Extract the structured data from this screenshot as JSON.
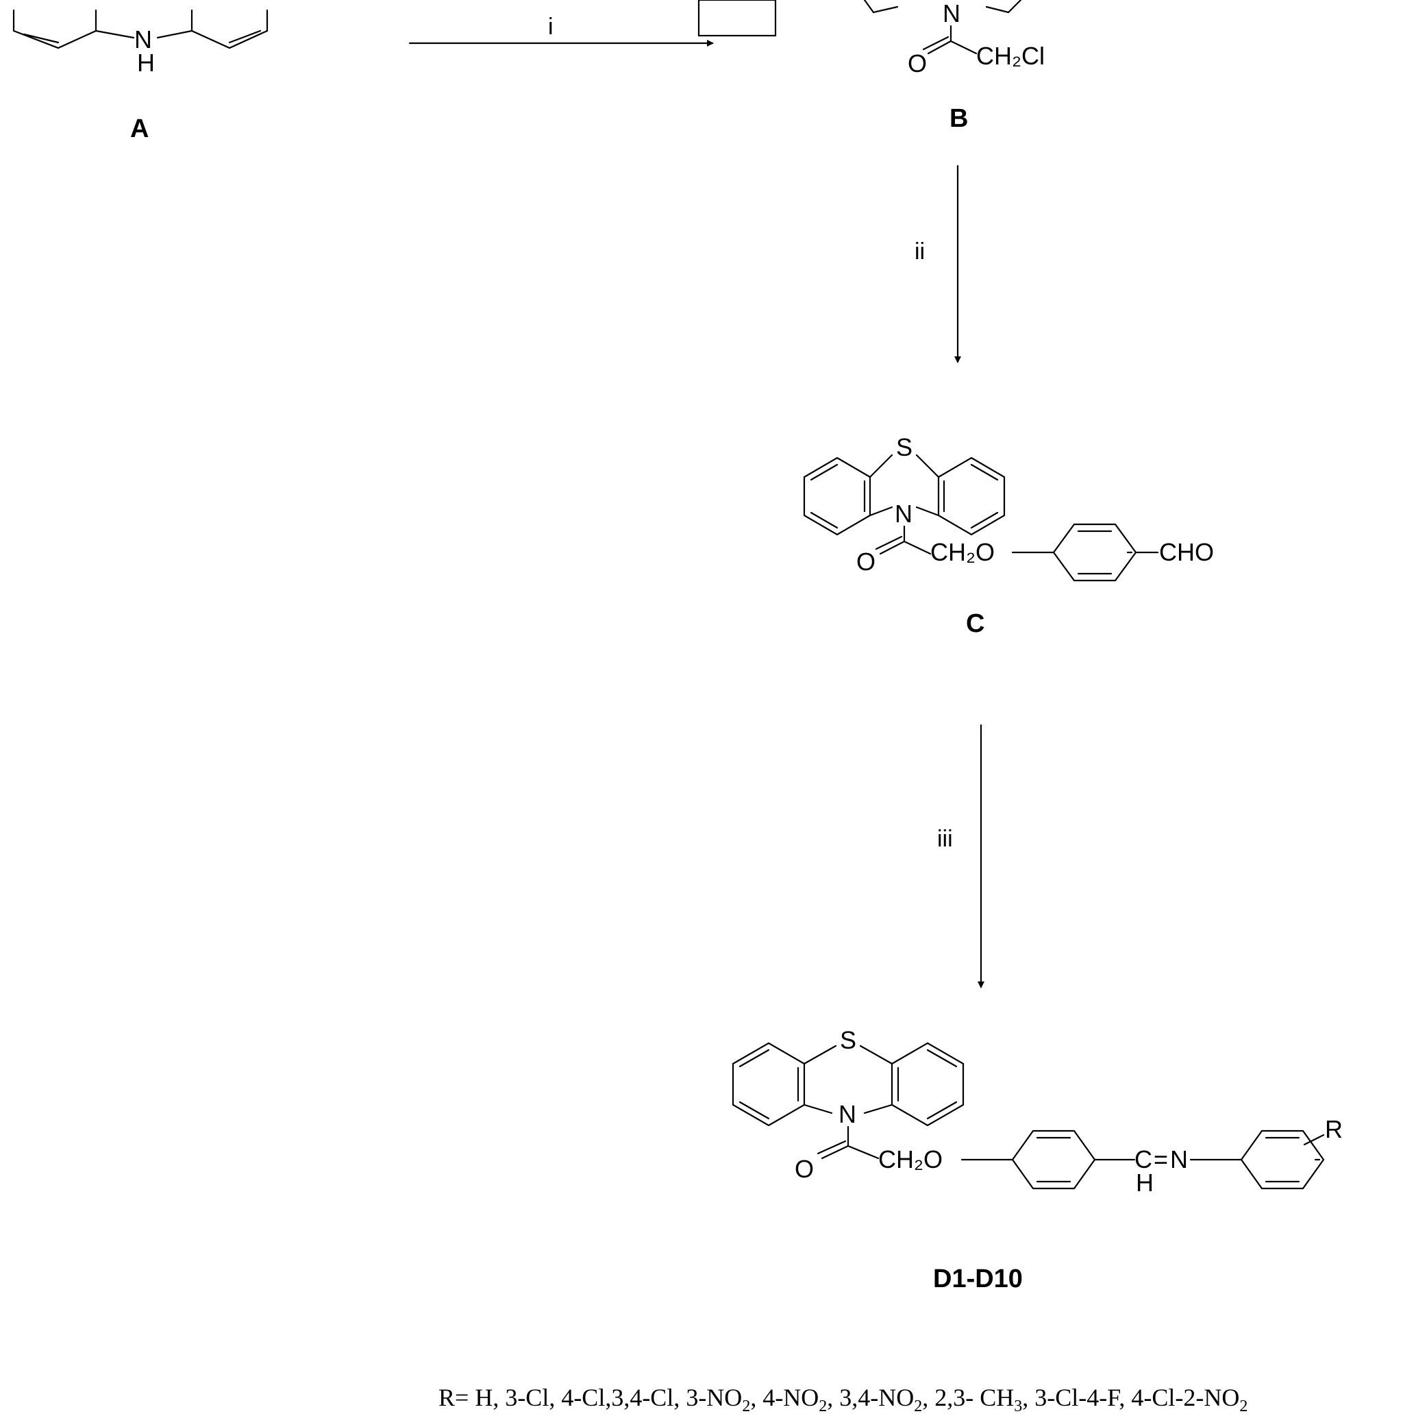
{
  "compounds": {
    "A": "A",
    "B": "B",
    "C": "C",
    "D": "D1-D10"
  },
  "atoms": {
    "nh_n": "N",
    "nh_h": "H",
    "s": "S",
    "n": "N",
    "o": "O",
    "ch2cl": "CH₂Cl",
    "ch2o": "CH₂O",
    "cho": "CHO",
    "imine_c": "C",
    "imine_h": "H",
    "imine_eq": "=",
    "imine_n": "N",
    "r": "R"
  },
  "reagents": {
    "step1": "i",
    "step2": "ii",
    "step3": "iii"
  },
  "substituents": {
    "prefix": "R= H,  3-Cl, 4-Cl,3,4-Cl,  3-NO",
    "two_1": "2",
    "p2": ", 4-NO",
    "two_2": "2",
    "p3": ", 3,4-NO",
    "two_3": "2",
    "p4": ", 2,3- CH",
    "three": "3",
    "p5": ", 3-Cl-4-F, 4-Cl-2-NO",
    "two_4": "2"
  }
}
